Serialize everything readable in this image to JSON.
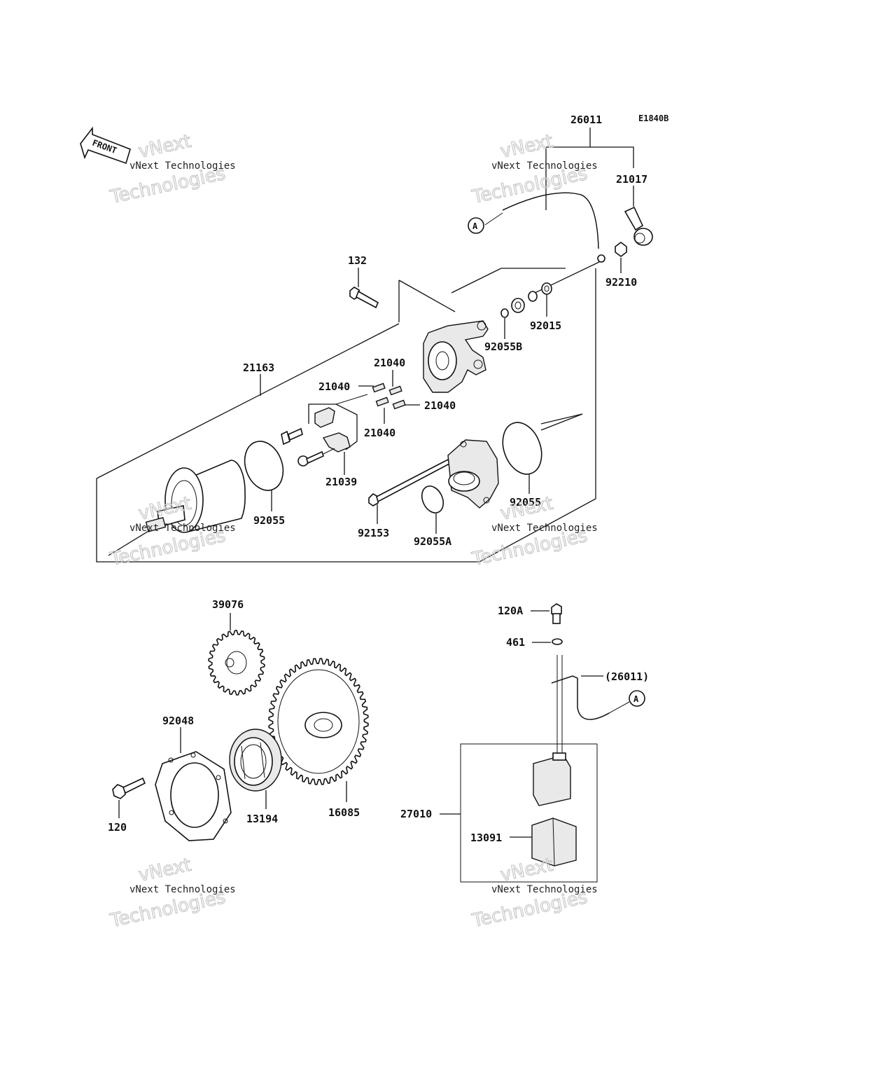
{
  "diagram": {
    "code": "E1840B",
    "front_label": "FRONT",
    "connector_marker": "A",
    "watermark": {
      "line1": "vNext",
      "line2": "vNext Technologies",
      "line3": "Technologies"
    },
    "parts": [
      "26011",
      "21017",
      "132",
      "92210",
      "92015",
      "92055B",
      "21163",
      "21040",
      "21040",
      "21040",
      "21040",
      "21039",
      "92055",
      "92153",
      "92055A",
      "92055",
      "39076",
      "120A",
      "461",
      "(26011)",
      "92048",
      "27010",
      "13091",
      "120",
      "13194",
      "16085"
    ]
  }
}
